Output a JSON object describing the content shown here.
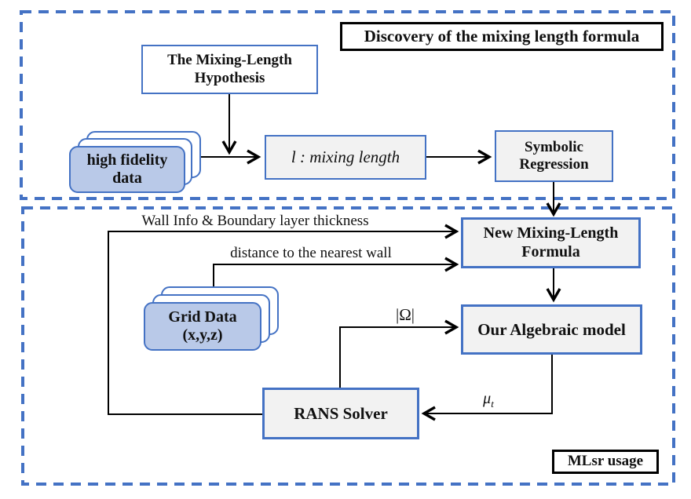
{
  "sections": {
    "discovery": {
      "label": "Discovery of the mixing length formula"
    },
    "usage": {
      "label": "MLsr usage"
    }
  },
  "nodes": {
    "hypothesis": {
      "line1": "The Mixing-Length",
      "line2": "Hypothesis"
    },
    "high_fidelity_data": {
      "line1": "high fidelity",
      "line2": "data"
    },
    "mixing_length": {
      "label": "l : mixing length"
    },
    "symbolic_regression": {
      "line1": "Symbolic",
      "line2": "Regression"
    },
    "new_formula": {
      "line1": "New Mixing-Length",
      "line2": "Formula"
    },
    "grid_data": {
      "line1": "Grid Data",
      "line2": "(x,y,z)"
    },
    "algebraic_model": {
      "label": "Our Algebraic model"
    },
    "rans_solver": {
      "label": "RANS Solver"
    }
  },
  "edge_labels": {
    "wall_info": "Wall Info & Boundary layer thickness",
    "distance": "distance to the nearest wall",
    "omega": "|Ω|",
    "mu": "μ",
    "mu_sub": "t"
  },
  "colors": {
    "accent_blue": "#4472C4",
    "box_fill_gray": "#f2f2f2",
    "data_fill_blue": "#b9c9e8",
    "line_black": "#000000"
  }
}
